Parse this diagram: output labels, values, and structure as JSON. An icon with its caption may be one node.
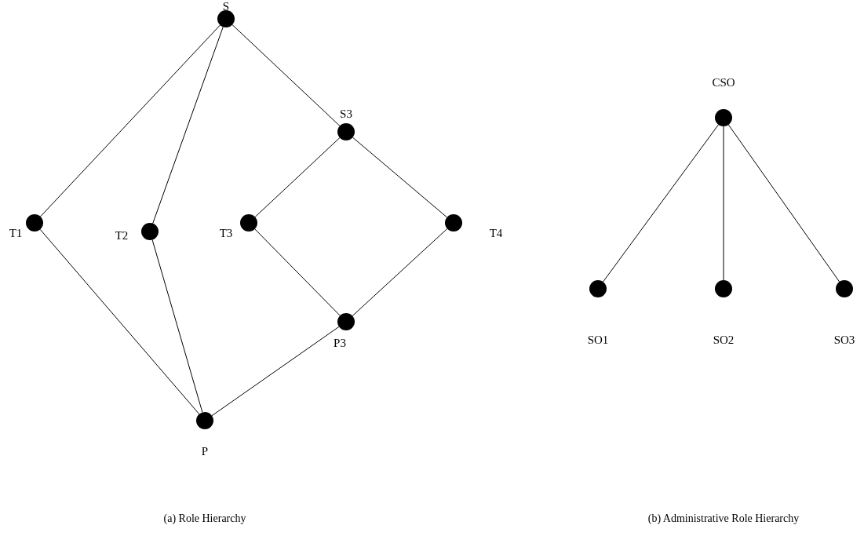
{
  "diagram": {
    "nodes": [
      {
        "text": [
          "S"
        ]
      },
      {
        "text": [
          "S3"
        ]
      },
      {
        "text": [
          "T1"
        ]
      },
      {
        "text": [
          "T2"
        ]
      },
      {
        "text": [
          "T3"
        ]
      },
      {
        "text": [
          "T4"
        ]
      },
      {
        "text": [
          "P3"
        ]
      },
      {
        "text": [
          "P"
        ]
      },
      {
        "text": [
          "CSO"
        ]
      },
      {
        "text": [
          "SO1"
        ]
      },
      {
        "text": [
          "SO2"
        ]
      },
      {
        "text": [
          "SO3"
        ]
      }
    ],
    "edges": [
      {
        "from": 0,
        "to": 2,
        "arrow": "none"
      },
      {
        "from": 0,
        "to": 3,
        "arrow": "none"
      },
      {
        "from": 0,
        "to": 1,
        "arrow": "none"
      },
      {
        "from": 1,
        "to": 4,
        "arrow": "none"
      },
      {
        "from": 1,
        "to": 5,
        "arrow": "none"
      },
      {
        "from": 2,
        "to": 7,
        "arrow": "none"
      },
      {
        "from": 3,
        "to": 7,
        "arrow": "none"
      },
      {
        "from": 4,
        "to": 6,
        "arrow": "none"
      },
      {
        "from": 5,
        "to": 6,
        "arrow": "none"
      },
      {
        "from": 6,
        "to": 7,
        "arrow": "none"
      },
      {
        "from": 8,
        "to": 9,
        "arrow": "none"
      },
      {
        "from": 8,
        "to": 10,
        "arrow": "none"
      },
      {
        "from": 8,
        "to": 11,
        "arrow": "none"
      }
    ],
    "labels": [
      "(a) Role Hierarchy",
      "(b) Administrative Role Hierarchy"
    ]
  }
}
